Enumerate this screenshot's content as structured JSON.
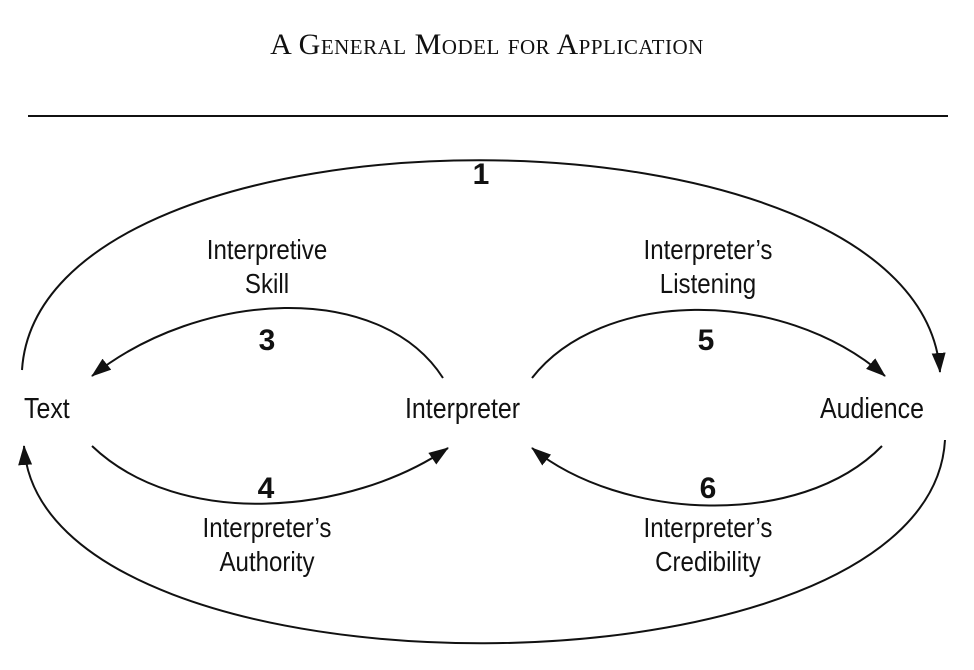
{
  "title": "A General Model for Application",
  "nodes": {
    "text": "Text",
    "interpreter": "Interpreter",
    "audience": "Audience"
  },
  "numbers": {
    "n1": "1",
    "n3": "3",
    "n4": "4",
    "n5": "5",
    "n6": "6"
  },
  "labels": {
    "interpretive_skill": [
      "Interpretive",
      "Skill"
    ],
    "interpreters_listening": [
      "Interpreter’s",
      "Listening"
    ],
    "interpreters_authority": [
      "Interpreter’s",
      "Authority"
    ],
    "interpreters_credibility": [
      "Interpreter’s",
      "Credibility"
    ]
  }
}
